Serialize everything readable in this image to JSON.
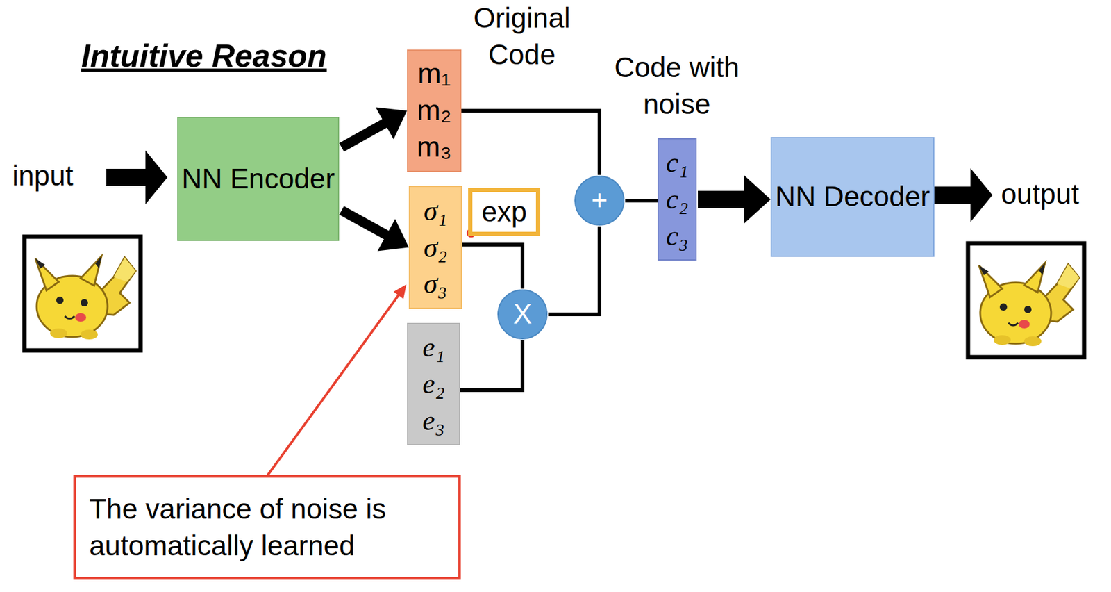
{
  "diagram": {
    "title": "Intuitive Reason",
    "nodes": [
      {
        "text": [
          "NN Encoder"
        ]
      },
      {
        "text": [
          "m₁",
          "m₂",
          "m₃"
        ]
      },
      {
        "text": [
          "σ₁",
          "σ₂",
          "σ₃"
        ]
      },
      {
        "text": [
          "exp"
        ]
      },
      {
        "text": [
          "e₁",
          "e₂",
          "e₃"
        ]
      },
      {
        "text": [
          "X"
        ]
      },
      {
        "text": [
          "+"
        ]
      },
      {
        "text": [
          "c₁",
          "c₂",
          "c₃"
        ]
      },
      {
        "text": [
          "NN Decoder"
        ]
      },
      {
        "text": [
          "The variance of noise is automatically learned"
        ]
      }
    ],
    "edges": [
      {
        "from": 0,
        "to": 1,
        "arrow": "to"
      },
      {
        "from": 0,
        "to": 2,
        "arrow": "to"
      },
      {
        "from": 1,
        "to": 6,
        "arrow": "none"
      },
      {
        "from": 2,
        "to": 5,
        "arrow": "none"
      },
      {
        "from": 4,
        "to": 5,
        "arrow": "none"
      },
      {
        "from": 5,
        "to": 6,
        "arrow": "none"
      },
      {
        "from": 6,
        "to": 7,
        "arrow": "none"
      },
      {
        "from": 7,
        "to": 8,
        "arrow": "to"
      },
      {
        "from": 9,
        "to": 2,
        "arrow": "to"
      }
    ],
    "labels": [
      "input",
      "Original Code",
      "Code with noise",
      "output"
    ]
  }
}
